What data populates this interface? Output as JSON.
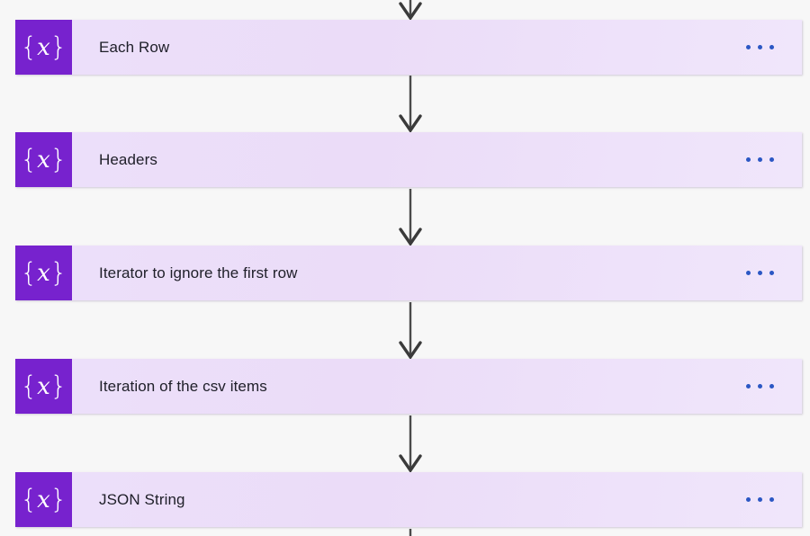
{
  "theme": {
    "page_background": "#f7f7f7",
    "card_background": "#ebdcf8",
    "icon_background": "#7722ce",
    "icon_glyph_color": "#ffffff",
    "title_color": "#20202a",
    "menu_dot_color": "#2b57c4",
    "connector_color": "#4a4a4a"
  },
  "flow": {
    "icon_glyph": "{x}",
    "icon_name": "variable-icon",
    "menu_label": "...",
    "steps": [
      {
        "title": "Each Row"
      },
      {
        "title": "Headers"
      },
      {
        "title": "Iterator to ignore the first row"
      },
      {
        "title": "Iteration of the csv items"
      },
      {
        "title": "JSON String"
      }
    ]
  }
}
